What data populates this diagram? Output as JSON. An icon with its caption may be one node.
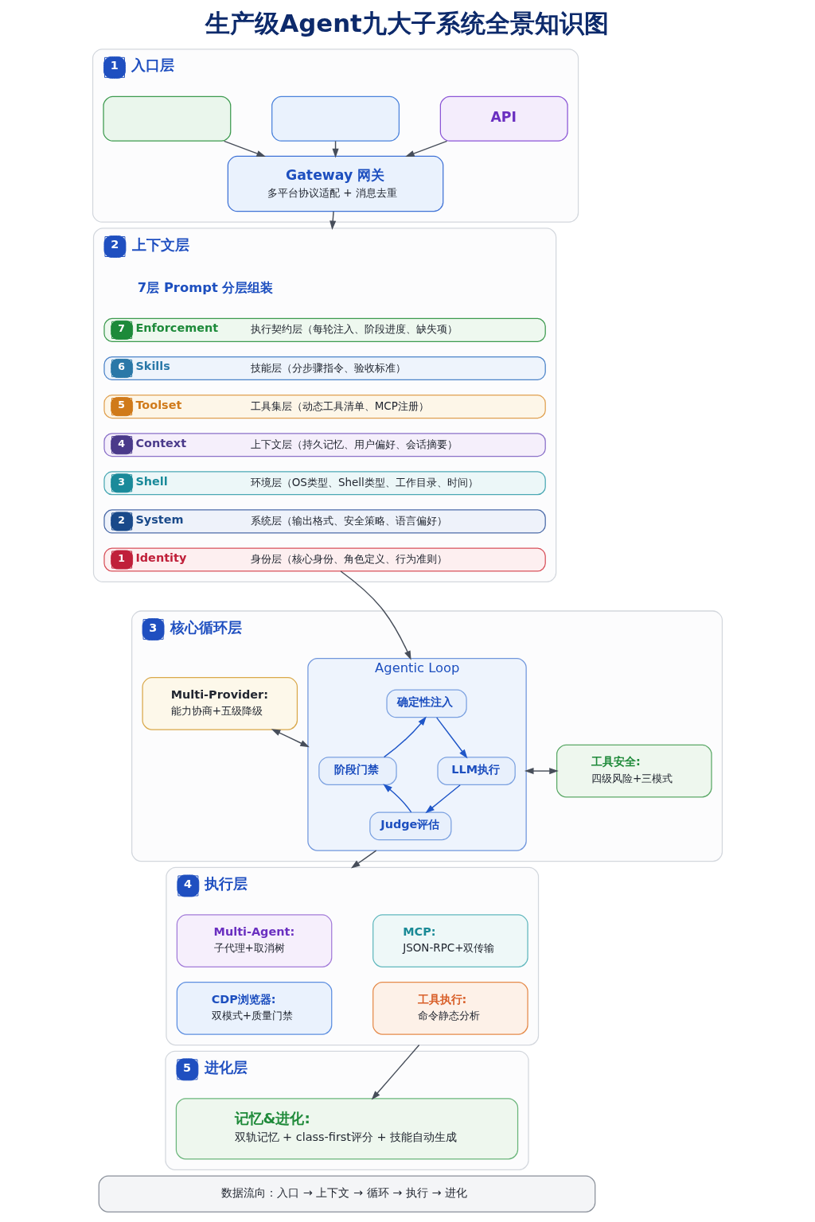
{
  "diagram": {
    "title": "生产级Agent九大子系统全景知识图",
    "nodes": [
      {
        "text": [
          "1",
          "入口层"
        ]
      },
      {
        "text": [],
        "shape": "box",
        "in": 0
      },
      {
        "text": [],
        "shape": "box",
        "in": 0
      },
      {
        "text": [
          "API"
        ],
        "in": 0
      },
      {
        "text": [
          "Gateway 网关",
          "多平台协议适配 + 消息去重"
        ],
        "in": 0
      },
      {
        "text": [
          "2",
          "上下文层"
        ]
      },
      {
        "text": [
          "7",
          "Enforcement",
          "执行契约层（每轮注入、阶段进度、缺失项）"
        ],
        "in": 5
      },
      {
        "text": [
          "6",
          "Skills",
          "技能层（分步骤指令、验收标准）"
        ],
        "in": 5
      },
      {
        "text": [
          "5",
          "Toolset",
          "工具集层（动态工具清单、MCP注册）"
        ],
        "in": 5
      },
      {
        "text": [
          "4",
          "Context",
          "上下文层（持久记忆、用户偏好、会话摘要）"
        ],
        "in": 5
      },
      {
        "text": [
          "3",
          "Shell",
          "环境层（OS类型、Shell类型、工作目录、时间）"
        ],
        "in": 5
      },
      {
        "text": [
          "2",
          "System",
          "系统层（输出格式、安全策略、语言偏好）"
        ],
        "in": 5
      },
      {
        "text": [
          "1",
          "Identity",
          "身份层（核心身份、角色定义、行为准则）"
        ],
        "in": 5
      },
      {
        "text": [
          "3",
          "核心循环层"
        ]
      },
      {
        "text": [
          "Multi-Provider:",
          "能力协商+五级降级"
        ],
        "in": 13
      },
      {
        "text": [
          "Agentic Loop"
        ],
        "in": 13
      },
      {
        "text": [
          "确定性注入"
        ],
        "in": 15
      },
      {
        "text": [
          "阶段门禁"
        ],
        "in": 15
      },
      {
        "text": [
          "LLM执行"
        ],
        "in": 15
      },
      {
        "text": [
          "Judge评估"
        ],
        "in": 15
      },
      {
        "text": [
          "工具安全:",
          "四级风险+三模式"
        ],
        "in": 13
      },
      {
        "text": [
          "4",
          "执行层"
        ]
      },
      {
        "text": [
          "Multi-Agent:",
          "子代理+取消树"
        ],
        "in": 21
      },
      {
        "text": [
          "MCP:",
          "JSON-RPC+双传输"
        ],
        "in": 21
      },
      {
        "text": [
          "CDP浏览器:",
          "双模式+质量门禁"
        ],
        "in": 21
      },
      {
        "text": [
          "工具执行:",
          "命令静态分析"
        ],
        "in": 21
      },
      {
        "text": [
          "5",
          "进化层"
        ]
      },
      {
        "text": [
          "记忆&进化:",
          "双轨记忆 + class-first评分 + 技能自动生成"
        ],
        "in": 26
      },
      {
        "text": [
          "数据流向：入口 → 上下文 → 循环 → 执行 → 进化"
        ]
      }
    ],
    "edges": [
      {
        "from": 1,
        "to": 4,
        "arrow": "to"
      },
      {
        "from": 2,
        "to": 4,
        "arrow": "to"
      },
      {
        "from": 3,
        "to": 4,
        "arrow": "to"
      },
      {
        "from": 4,
        "to": 5,
        "arrow": "to"
      },
      {
        "from": 12,
        "to": 15,
        "arrow": "to"
      },
      {
        "from": 16,
        "to": 18,
        "arrow": "to",
        "color": "#1f56c8"
      },
      {
        "from": 18,
        "to": 19,
        "arrow": "to",
        "color": "#1f56c8"
      },
      {
        "from": 19,
        "to": 17,
        "arrow": "to",
        "color": "#1f56c8"
      },
      {
        "from": 17,
        "to": 16,
        "arrow": "to",
        "color": "#1f56c8"
      },
      {
        "from": 14,
        "to": 15,
        "arrow": "both"
      },
      {
        "from": 15,
        "to": 20,
        "arrow": "both"
      },
      {
        "from": 15,
        "to": 21,
        "arrow": "to"
      },
      {
        "from": 21,
        "to": 27,
        "arrow": "to"
      }
    ],
    "labels": [
      "7层 Prompt 分层组装"
    ]
  }
}
